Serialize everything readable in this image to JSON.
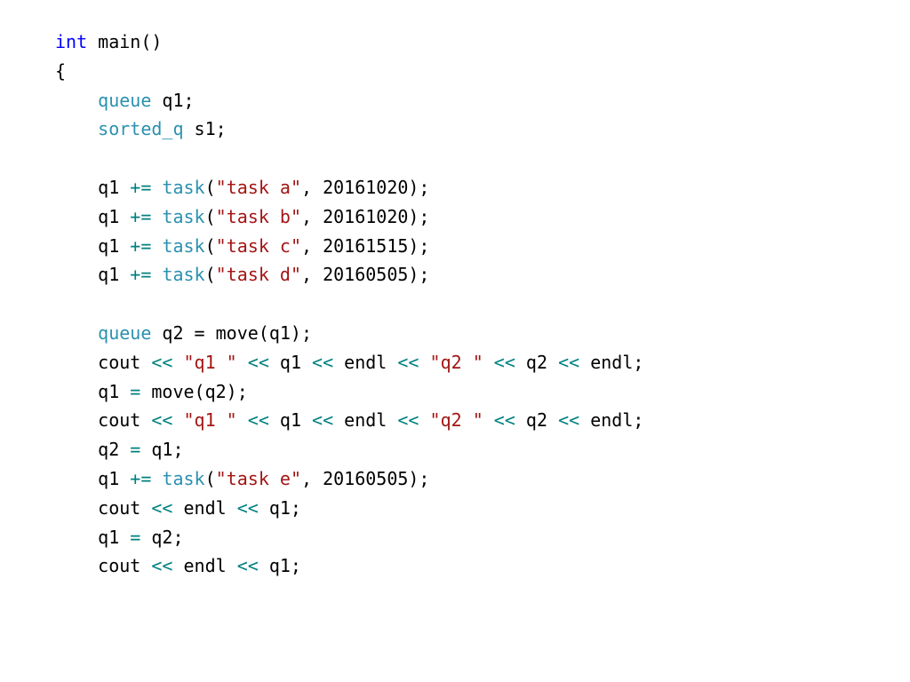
{
  "colors": {
    "plain": "#000000",
    "keyword": "#0000ff",
    "type": "#2b91af",
    "string": "#a31515",
    "operator": "#008080",
    "background": "#ffffff"
  },
  "code_lines": [
    [
      [
        "keyword",
        "int"
      ],
      [
        "plain",
        " main()"
      ]
    ],
    [
      [
        "plain",
        "{"
      ]
    ],
    [
      [
        "plain",
        "    "
      ],
      [
        "type",
        "queue"
      ],
      [
        "plain",
        " q1;"
      ]
    ],
    [
      [
        "plain",
        "    "
      ],
      [
        "type",
        "sorted_q"
      ],
      [
        "plain",
        " s1;"
      ]
    ],
    [],
    [
      [
        "plain",
        "    q1 "
      ],
      [
        "operator",
        "+="
      ],
      [
        "plain",
        " "
      ],
      [
        "type",
        "task"
      ],
      [
        "plain",
        "("
      ],
      [
        "string",
        "\"task a\""
      ],
      [
        "plain",
        ", 20161020);"
      ]
    ],
    [
      [
        "plain",
        "    q1 "
      ],
      [
        "operator",
        "+="
      ],
      [
        "plain",
        " "
      ],
      [
        "type",
        "task"
      ],
      [
        "plain",
        "("
      ],
      [
        "string",
        "\"task b\""
      ],
      [
        "plain",
        ", 20161020);"
      ]
    ],
    [
      [
        "plain",
        "    q1 "
      ],
      [
        "operator",
        "+="
      ],
      [
        "plain",
        " "
      ],
      [
        "type",
        "task"
      ],
      [
        "plain",
        "("
      ],
      [
        "string",
        "\"task c\""
      ],
      [
        "plain",
        ", 20161515);"
      ]
    ],
    [
      [
        "plain",
        "    q1 "
      ],
      [
        "operator",
        "+="
      ],
      [
        "plain",
        " "
      ],
      [
        "type",
        "task"
      ],
      [
        "plain",
        "("
      ],
      [
        "string",
        "\"task d\""
      ],
      [
        "plain",
        ", 20160505);"
      ]
    ],
    [],
    [
      [
        "plain",
        "    "
      ],
      [
        "type",
        "queue"
      ],
      [
        "plain",
        " q2 = move(q1);"
      ]
    ],
    [
      [
        "plain",
        "    cout "
      ],
      [
        "operator",
        "<<"
      ],
      [
        "plain",
        " "
      ],
      [
        "string",
        "\"q1 \""
      ],
      [
        "plain",
        " "
      ],
      [
        "operator",
        "<<"
      ],
      [
        "plain",
        " q1 "
      ],
      [
        "operator",
        "<<"
      ],
      [
        "plain",
        " endl "
      ],
      [
        "operator",
        "<<"
      ],
      [
        "plain",
        " "
      ],
      [
        "string",
        "\"q2 \""
      ],
      [
        "plain",
        " "
      ],
      [
        "operator",
        "<<"
      ],
      [
        "plain",
        " q2 "
      ],
      [
        "operator",
        "<<"
      ],
      [
        "plain",
        " endl;"
      ]
    ],
    [
      [
        "plain",
        "    q1 "
      ],
      [
        "operator",
        "="
      ],
      [
        "plain",
        " move(q2);"
      ]
    ],
    [
      [
        "plain",
        "    cout "
      ],
      [
        "operator",
        "<<"
      ],
      [
        "plain",
        " "
      ],
      [
        "string",
        "\"q1 \""
      ],
      [
        "plain",
        " "
      ],
      [
        "operator",
        "<<"
      ],
      [
        "plain",
        " q1 "
      ],
      [
        "operator",
        "<<"
      ],
      [
        "plain",
        " endl "
      ],
      [
        "operator",
        "<<"
      ],
      [
        "plain",
        " "
      ],
      [
        "string",
        "\"q2 \""
      ],
      [
        "plain",
        " "
      ],
      [
        "operator",
        "<<"
      ],
      [
        "plain",
        " q2 "
      ],
      [
        "operator",
        "<<"
      ],
      [
        "plain",
        " endl;"
      ]
    ],
    [
      [
        "plain",
        "    q2 "
      ],
      [
        "operator",
        "="
      ],
      [
        "plain",
        " q1;"
      ]
    ],
    [
      [
        "plain",
        "    q1 "
      ],
      [
        "operator",
        "+="
      ],
      [
        "plain",
        " "
      ],
      [
        "type",
        "task"
      ],
      [
        "plain",
        "("
      ],
      [
        "string",
        "\"task e\""
      ],
      [
        "plain",
        ", 20160505);"
      ]
    ],
    [
      [
        "plain",
        "    cout "
      ],
      [
        "operator",
        "<<"
      ],
      [
        "plain",
        " endl "
      ],
      [
        "operator",
        "<<"
      ],
      [
        "plain",
        " q1;"
      ]
    ],
    [
      [
        "plain",
        "    q1 "
      ],
      [
        "operator",
        "="
      ],
      [
        "plain",
        " q2;"
      ]
    ],
    [
      [
        "plain",
        "    cout "
      ],
      [
        "operator",
        "<<"
      ],
      [
        "plain",
        " endl "
      ],
      [
        "operator",
        "<<"
      ],
      [
        "plain",
        " q1;"
      ]
    ]
  ]
}
